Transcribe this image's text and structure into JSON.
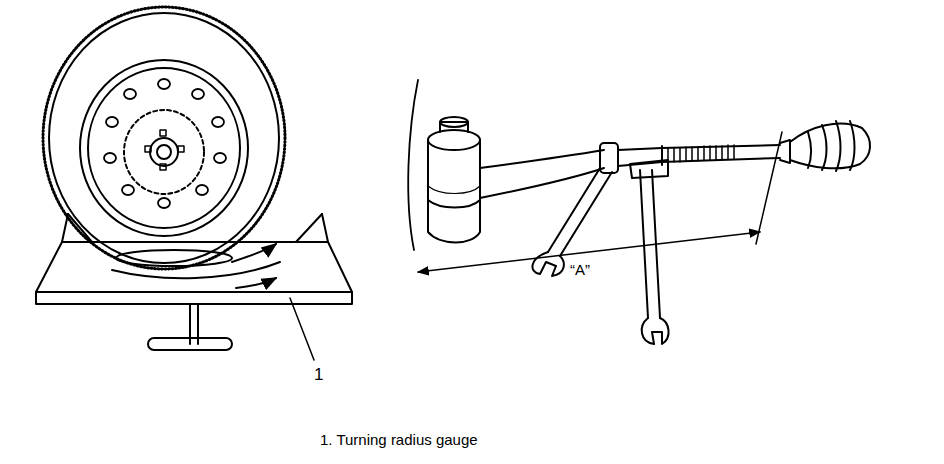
{
  "diagram": {
    "labels": [
      "1",
      "“A”",
      "1. Turning radius gauge"
    ]
  }
}
